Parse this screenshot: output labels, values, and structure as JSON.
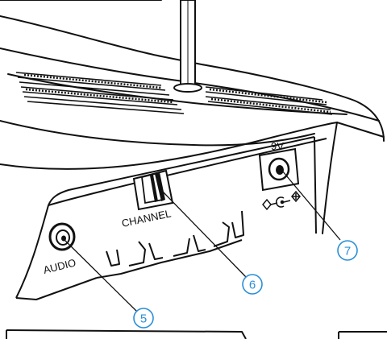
{
  "labels": {
    "audio": "AUDIO",
    "channel": "CHANNEL",
    "voltage": "9V"
  },
  "callouts": [
    {
      "number": "5",
      "target": "audio-jack"
    },
    {
      "number": "6",
      "target": "channel-switch"
    },
    {
      "number": "7",
      "target": "dc-power-jack"
    }
  ],
  "colors": {
    "callout": "#2a8fd6",
    "line": "#111111",
    "background": "#ffffff"
  }
}
